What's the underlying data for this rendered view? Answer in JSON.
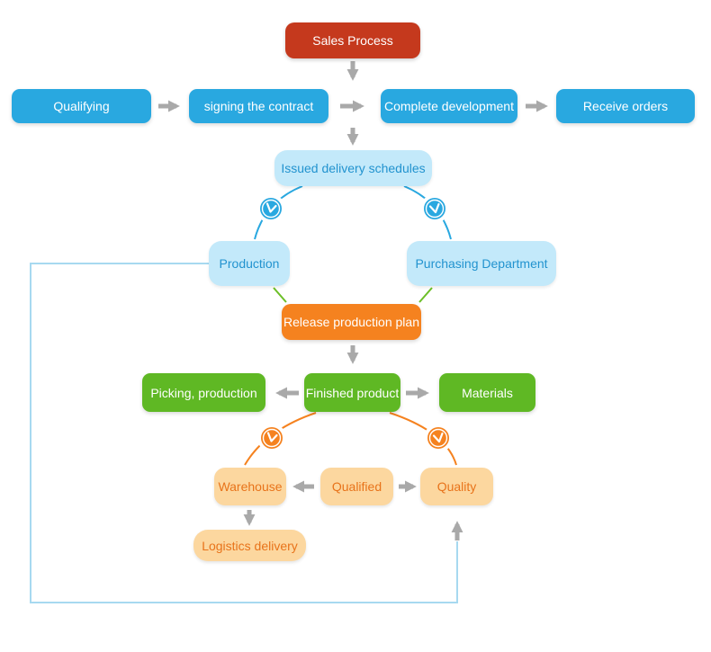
{
  "nodes": {
    "sales_process": {
      "label": "Sales Process"
    },
    "qualifying": {
      "label": "Qualifying"
    },
    "signing_the_contract": {
      "label": "signing the contract"
    },
    "complete_development": {
      "label": "Complete development"
    },
    "receive_orders": {
      "label": "Receive orders"
    },
    "issued_delivery_schedules": {
      "label": "Issued delivery schedules"
    },
    "production": {
      "label": "Production"
    },
    "purchasing_department": {
      "label": "Purchasing Department"
    },
    "release_production_plan": {
      "label": "Release production plan"
    },
    "picking_production": {
      "label": "Picking, production"
    },
    "finished_product": {
      "label": "Finished product"
    },
    "materials": {
      "label": "Materials"
    },
    "warehouse": {
      "label": "Warehouse"
    },
    "qualified": {
      "label": "Qualified"
    },
    "quality": {
      "label": "Quality"
    },
    "logistics_delivery": {
      "label": "Logistics delivery"
    }
  },
  "icons": {
    "issued_to_production": "clock-icon",
    "issued_to_purchasing": "clock-icon",
    "finished_to_warehouse": "clock-icon",
    "finished_to_quality": "clock-icon"
  },
  "colors": {
    "node_red": "#c5391d",
    "node_blue": "#29a8e0",
    "node_light_blue": "#c3e9fa",
    "node_light_blue_text": "#2293cf",
    "node_orange": "#f5821f",
    "node_green": "#5fb824",
    "node_tan": "#fcd79f",
    "node_tan_text": "#e8731a",
    "arrow_gray": "#a9a9a9",
    "line_blue": "#29a8e0",
    "line_green": "#6cbf27",
    "line_orange": "#f5821f",
    "feedback_line": "#a7d9f0",
    "clock_hand_white": "#ffffff"
  }
}
